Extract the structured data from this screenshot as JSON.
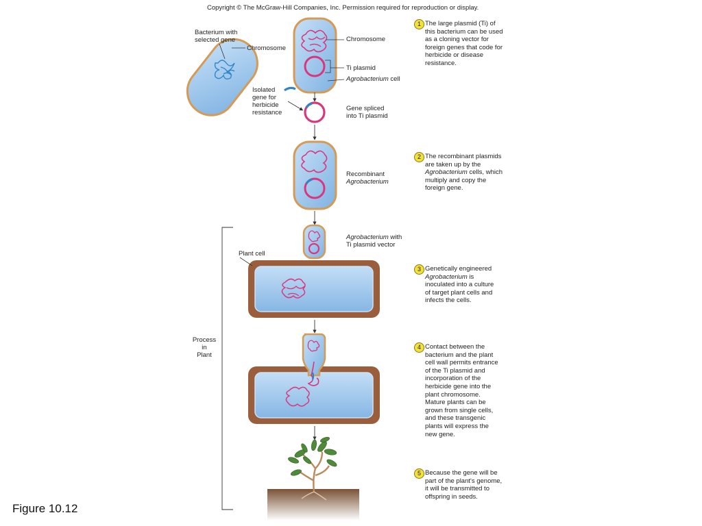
{
  "copyright": "Copyright © The McGraw-Hill Companies, Inc. Permission required for reproduction or display.",
  "figure_label": "Figure 10.12",
  "labels": {
    "bacterium_with_gene_1": "Bacterium with",
    "bacterium_with_gene_2": "selected gene",
    "chromosome_left": "Chromosome",
    "chromosome_right": "Chromosome",
    "ti_plasmid": "Ti plasmid",
    "agro_cell_italic": "Agrobacterium",
    "agro_cell_rest": " cell",
    "isolated_1": "Isolated",
    "isolated_2": "gene for",
    "isolated_3": "herbicide",
    "isolated_4": "resistance",
    "spliced_1": "Gene spliced",
    "spliced_2": "into Ti  plasmid",
    "recombinant_1": "Recombinant",
    "recombinant_2": "Agrobacterium",
    "agro_vector_italic": "Agrobacterium",
    "agro_vector_rest": " with",
    "agro_vector_2": "Ti plasmid vector",
    "plant_cell": "Plant cell",
    "process_1": "Process",
    "process_2": "in",
    "process_3": "Plant"
  },
  "steps": [
    {
      "number": "1",
      "lines": [
        "The large plasmid (Ti) of",
        "this bacterium can be used",
        "as a cloning vector for",
        "foreign genes that code for",
        "herbicide or disease",
        "resistance."
      ]
    },
    {
      "number": "2",
      "lines": [
        "The recombinant plasmids",
        "are taken up by the",
        "Agrobacterium cells, which",
        "multiply and copy the",
        "foreign gene."
      ]
    },
    {
      "number": "3",
      "lines": [
        "Genetically engineered",
        "Agrobacterium is",
        "inoculated into a culture",
        "of target plant cells and",
        "infects the cells."
      ]
    },
    {
      "number": "4",
      "lines": [
        "Contact between the",
        "bacterium and the plant",
        "cell wall permits entrance",
        "of the Ti plasmid and",
        "incorporation of the",
        "herbicide gene into the",
        "plant chromosome.",
        "Mature plants can be",
        "grown from single cells,",
        "and these transgenic",
        "plants will express the",
        "new gene."
      ]
    },
    {
      "number": "5",
      "lines": [
        "Because the gene will be",
        "part of the plant's genome,",
        "it will be transmitted to",
        "offspring in seeds."
      ]
    }
  ],
  "colors": {
    "cell_fill": "#9ec8ee",
    "cell_border": "#d59a55",
    "plasmid": "#d8377e",
    "gene": "#2e86c9",
    "cell_wall": "#9b5e3c",
    "soil": "#5a3a26",
    "leaf": "#4f8a3a"
  }
}
